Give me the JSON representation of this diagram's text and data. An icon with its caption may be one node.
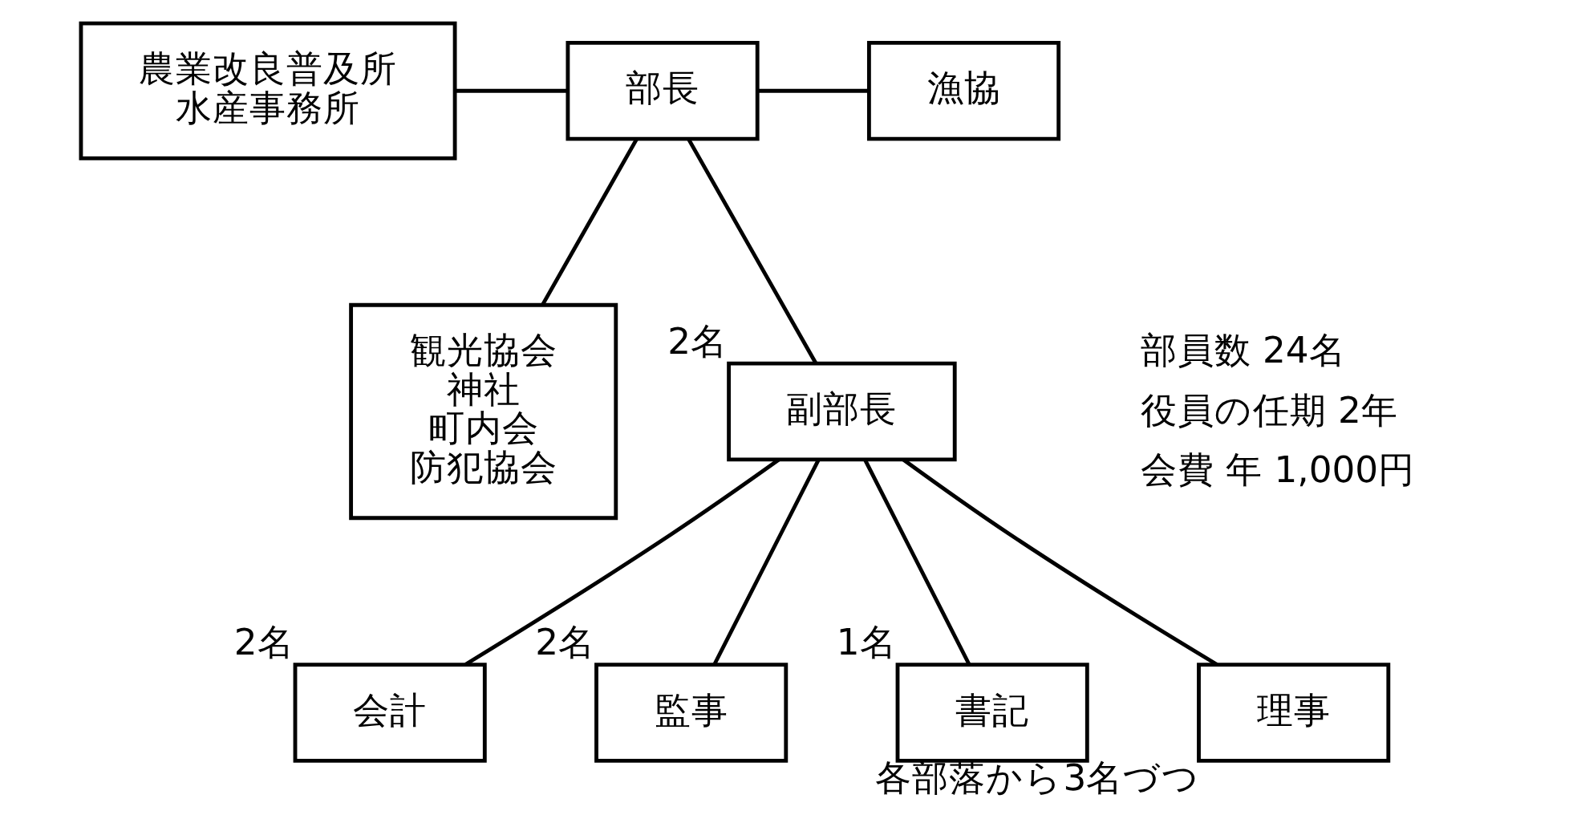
{
  "diagram": {
    "nodes": [
      {
        "text": [
          "農業改良普及所",
          "水産事務所"
        ]
      },
      {
        "text": [
          "部長"
        ]
      },
      {
        "text": [
          "漁協"
        ]
      },
      {
        "text": [
          "副部長"
        ],
        "beside": [
          "2名"
        ]
      },
      {
        "text": [
          "観光協会",
          "神社",
          "町内会",
          "防犯協会"
        ]
      },
      {
        "text": [
          "会計"
        ],
        "beside": [
          "2名"
        ]
      },
      {
        "text": [
          "監事"
        ],
        "beside": [
          "2名"
        ]
      },
      {
        "text": [
          "書記"
        ],
        "beside": [
          "1名"
        ]
      },
      {
        "text": [
          "理事"
        ],
        "beside": [
          "各部落から3名づつ"
        ]
      }
    ],
    "edges": [
      {
        "from": 0,
        "to": 1,
        "arrow": "none"
      },
      {
        "from": 4,
        "to": 1,
        "arrow": "none"
      },
      {
        "from": 1,
        "to": 2,
        "arrow": "none"
      },
      {
        "from": 1,
        "to": 3,
        "arrow": "none"
      },
      {
        "from": 3,
        "to": 5,
        "arrow": "none"
      },
      {
        "from": 3,
        "to": 6,
        "arrow": "none"
      },
      {
        "from": 3,
        "to": 7,
        "arrow": "none"
      },
      {
        "from": 3,
        "to": 8,
        "arrow": "none"
      }
    ],
    "labels": [
      "部員数 24名",
      "役員の任期 2年",
      "会費 年 1,000円"
    ]
  }
}
